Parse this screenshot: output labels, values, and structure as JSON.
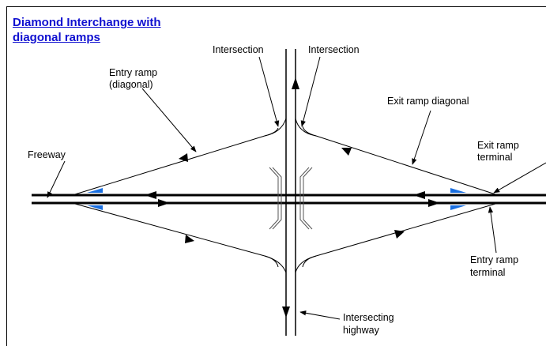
{
  "title": {
    "line1": "Diamond Interchange with",
    "line2": "diagonal ramps"
  },
  "labels": {
    "intersection_left": "Intersection",
    "intersection_right": "Intersection",
    "entry_ramp_line1": "Entry ramp",
    "entry_ramp_line2": "(diagonal)",
    "exit_ramp_diagonal": "Exit ramp diagonal",
    "freeway": "Freeway",
    "exit_terminal_line1": "Exit ramp",
    "exit_terminal_line2": "terminal",
    "entry_terminal_line1": "Entry ramp",
    "entry_terminal_line2": "terminal",
    "intersecting_line1": "Intersecting",
    "intersecting_line2": "highway"
  },
  "colors": {
    "link": "#1010d0",
    "lane_marker": "#1a6fe0",
    "line": "#000000",
    "bridge": "#555555"
  }
}
